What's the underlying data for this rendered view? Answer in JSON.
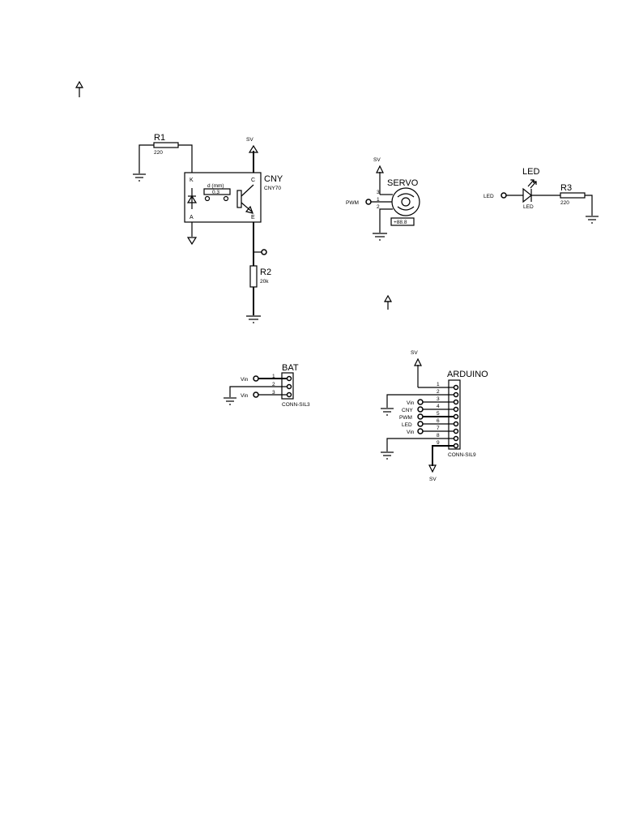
{
  "schematic": {
    "r1": {
      "ref": "R1",
      "value": "220"
    },
    "cny": {
      "ref": "CNY",
      "part": "CNY70",
      "pin_k": "K",
      "pin_a": "A",
      "pin_c": "C",
      "pin_e": "E",
      "dist_label": "d (mm)",
      "dist_value": "0.3",
      "supply": "SV"
    },
    "r2": {
      "ref": "R2",
      "value": "20k"
    },
    "servo": {
      "ref": "SERVO",
      "supply": "SV",
      "input_label": "PWM",
      "pin3": "3",
      "pin1": "1",
      "pin2": "2",
      "display": "+88.8"
    },
    "led": {
      "ref": "LED",
      "part": "LED",
      "input_label": "LED"
    },
    "r3": {
      "ref": "R3",
      "value": "220"
    },
    "bat": {
      "ref": "BAT",
      "part": "CONN-SIL3",
      "pins": [
        {
          "num": "1",
          "label": "Vin"
        },
        {
          "num": "2",
          "label": ""
        },
        {
          "num": "3",
          "label": "Vin"
        }
      ]
    },
    "arduino": {
      "ref": "ARDUINO",
      "part": "CONN-SIL9",
      "supply_top": "SV",
      "supply_bottom": "SV",
      "pins": [
        {
          "num": "1",
          "label": ""
        },
        {
          "num": "2",
          "label": ""
        },
        {
          "num": "3",
          "label": "Vin"
        },
        {
          "num": "4",
          "label": "CNY"
        },
        {
          "num": "5",
          "label": "PWM"
        },
        {
          "num": "6",
          "label": "LED"
        },
        {
          "num": "7",
          "label": "Vin"
        },
        {
          "num": "8",
          "label": ""
        },
        {
          "num": "9",
          "label": ""
        }
      ]
    }
  }
}
